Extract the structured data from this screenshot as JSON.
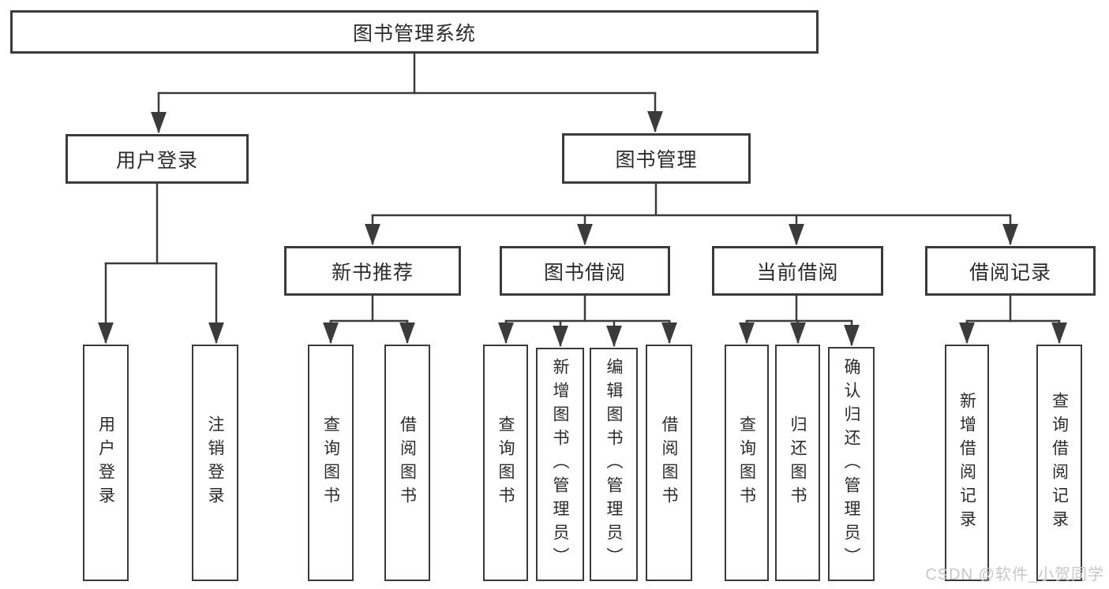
{
  "page": {
    "watermark": "CSDN @软件_小贺同学"
  },
  "colors": {
    "background": "#ffffff",
    "box_fill": "#ffffff",
    "box_border": "#3b3b3b",
    "connector_line": "#3b3b3b",
    "text": "#2b2b2b",
    "watermark": "#c7c7c7"
  },
  "tree": {
    "root": {
      "label": "图书管理系统"
    },
    "branches": [
      {
        "label": "用户登录",
        "children": [
          {
            "label": "用户登录"
          },
          {
            "label": "注销登录"
          }
        ]
      },
      {
        "label": "图书管理",
        "children": [
          {
            "label": "新书推荐",
            "children": [
              {
                "label": "查询图书"
              },
              {
                "label": "借阅图书"
              }
            ]
          },
          {
            "label": "图书借阅",
            "children": [
              {
                "label": "查询图书"
              },
              {
                "label": "新增图书（管理员）"
              },
              {
                "label": "编辑图书（管理员）"
              },
              {
                "label": "借阅图书"
              }
            ]
          },
          {
            "label": "当前借阅",
            "children": [
              {
                "label": "查询图书"
              },
              {
                "label": "归还图书"
              },
              {
                "label": "确认归还（管理员）"
              }
            ]
          },
          {
            "label": "借阅记录",
            "children": [
              {
                "label": "新增借阅记录"
              },
              {
                "label": "查询借阅记录"
              }
            ]
          }
        ]
      }
    ]
  }
}
